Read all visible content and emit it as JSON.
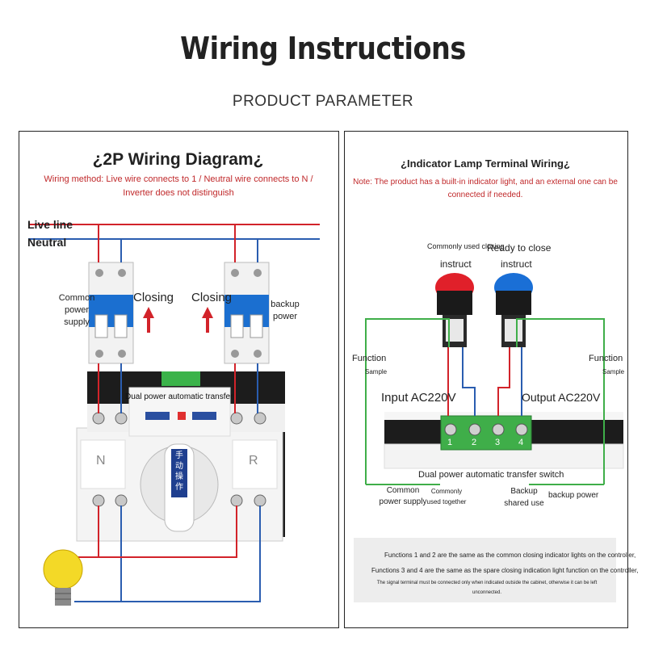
{
  "header": {
    "title": "Wiring Instructions",
    "subtitle": "PRODUCT PARAMETER"
  },
  "left_panel": {
    "title": "¿2P Wiring Diagram¿",
    "wiring_note": "Wiring method: Live wire connects to 1 / Neutral wire connects to N / Inverter does not distinguish",
    "live_label": "Live line",
    "neutral_label": "Neutral",
    "common_supply_label": "Common power supply",
    "backup_power_label": "backup power",
    "closing_left": "Closing",
    "closing_right": "Closing",
    "switch_label": "Dual power automatic transfer switch",
    "handle_text": "手动操作",
    "terminal_n": "N",
    "terminal_r": "R"
  },
  "right_panel": {
    "title": "¿Indicator Lamp Terminal Wiring¿",
    "note": "Note: The product has a built-in indicator light, and an external one can be connected if needed.",
    "common_closing_label": "Commonly used closing",
    "common_instruct": "instruct",
    "ready_close_label": "Ready to close",
    "ready_instruct": "instruct",
    "function_left": "Function",
    "sample_left": "Sample",
    "function_right": "Function",
    "sample_right": "Sample",
    "input_label": "Input AC220V",
    "output_label": "Output AC220V",
    "terminal_numbers": [
      "1",
      "2",
      "3",
      "4"
    ],
    "switch_label": "Dual power automatic transfer switch",
    "common_power_supply": "Common power supply",
    "commonly_used_together": "Commonly used together",
    "backup_shared_use": "Backup shared use",
    "backup_power": "backup power",
    "bottom_notes": [
      "Functions 1 and 2 are the same as the common closing indicator lights on the controller,",
      "Functions 3 and 4 are the same as the spare closing indication light function on the controller,",
      "The signal terminal must be connected only when indicated outside the cabinet, otherwise it can be left unconnected."
    ]
  },
  "colors": {
    "live": "#d2232a",
    "neutral": "#2a5db0",
    "green_wire": "#3fae49",
    "red_lamp": "#e0202a",
    "blue_lamp": "#1a6fd6",
    "breaker_blue": "#1b6fd0"
  }
}
